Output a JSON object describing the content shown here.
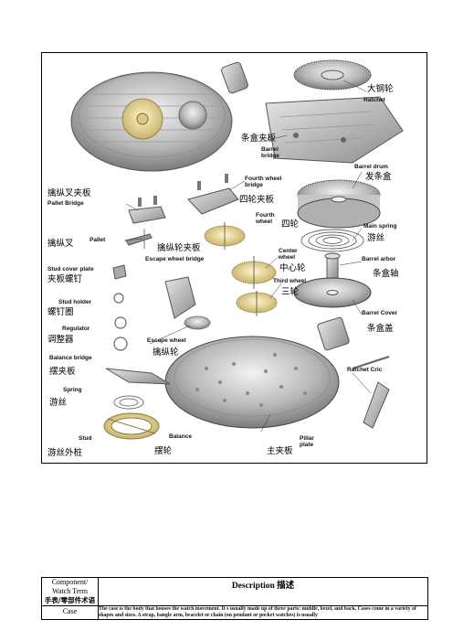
{
  "diagram": {
    "labels": [
      {
        "id": "ratchet-zh",
        "text": "大钢轮",
        "lang": "zh"
      },
      {
        "id": "ratchet-en",
        "text": "Ratchet",
        "lang": "en"
      },
      {
        "id": "barrel-bridge-zh",
        "text": "条盒夹板",
        "lang": "zh"
      },
      {
        "id": "barrel-bridge-en",
        "text": "Barrel\nbridge",
        "lang": "en"
      },
      {
        "id": "barrel-drum-en",
        "text": "Barrel drum",
        "lang": "en"
      },
      {
        "id": "barrel-drum-zh",
        "text": "发条盒",
        "lang": "zh"
      },
      {
        "id": "fourth-wheel-bridge-en",
        "text": "Fourth wheel\nbridge",
        "lang": "en"
      },
      {
        "id": "fourth-wheel-bridge-zh",
        "text": "四轮夹板",
        "lang": "zh"
      },
      {
        "id": "pallet-bridge-zh",
        "text": "擒纵叉夹板",
        "lang": "zh"
      },
      {
        "id": "pallet-bridge-en",
        "text": "Pallet Bridge",
        "lang": "en"
      },
      {
        "id": "fourth-wheel-en",
        "text": "Fourth\nwheel",
        "lang": "en"
      },
      {
        "id": "fourth-wheel-zh",
        "text": "四轮",
        "lang": "zh"
      },
      {
        "id": "main-spring-en",
        "text": "Main spring",
        "lang": "en"
      },
      {
        "id": "main-spring-zh",
        "text": "游丝",
        "lang": "zh"
      },
      {
        "id": "pallet-zh",
        "text": "擒纵叉",
        "lang": "zh"
      },
      {
        "id": "pallet-en",
        "text": "Pallet",
        "lang": "en"
      },
      {
        "id": "escape-wheel-bridge-zh",
        "text": "擒纵轮夹板",
        "lang": "zh"
      },
      {
        "id": "escape-wheel-bridge-en",
        "text": "Escape wheel bridge",
        "lang": "en"
      },
      {
        "id": "center-wheel-en",
        "text": "Center\nwheel",
        "lang": "en"
      },
      {
        "id": "center-wheel-zh",
        "text": "中心轮",
        "lang": "zh"
      },
      {
        "id": "barrel-arbor-en",
        "text": "Barrel arbor",
        "lang": "en"
      },
      {
        "id": "barrel-arbor-zh",
        "text": "条盒轴",
        "lang": "zh"
      },
      {
        "id": "stud-cover-plate-en",
        "text": "Stud cover plate",
        "lang": "en"
      },
      {
        "id": "stud-cover-plate-zh",
        "text": "夹板螺钉",
        "lang": "zh"
      },
      {
        "id": "third-wheel-en",
        "text": "Third wheel",
        "lang": "en"
      },
      {
        "id": "third-wheel-zh",
        "text": "三轮",
        "lang": "zh"
      },
      {
        "id": "stud-holder-en",
        "text": "Stud holder",
        "lang": "en"
      },
      {
        "id": "stud-holder-zh",
        "text": "螺钉圈",
        "lang": "zh"
      },
      {
        "id": "barrel-cover-en",
        "text": "Barrel Cover",
        "lang": "en"
      },
      {
        "id": "barrel-cover-zh",
        "text": "条盒盖",
        "lang": "zh"
      },
      {
        "id": "regulator-en",
        "text": "Regulator",
        "lang": "en"
      },
      {
        "id": "regulator-zh",
        "text": "调整器",
        "lang": "zh"
      },
      {
        "id": "escape-wheel-en",
        "text": "Escape wheel",
        "lang": "en"
      },
      {
        "id": "escape-wheel-zh",
        "text": "擒纵轮",
        "lang": "zh"
      },
      {
        "id": "balance-bridge-en",
        "text": "Balance bridge",
        "lang": "en"
      },
      {
        "id": "balance-bridge-zh",
        "text": "摆夹板",
        "lang": "zh"
      },
      {
        "id": "ratchet-click-en",
        "text": "Ratchet Cric",
        "lang": "en"
      },
      {
        "id": "spring-en",
        "text": "Spring",
        "lang": "en"
      },
      {
        "id": "spring-zh",
        "text": "游丝",
        "lang": "zh"
      },
      {
        "id": "balance-en",
        "text": "Balance",
        "lang": "en"
      },
      {
        "id": "balance-zh",
        "text": "摆轮",
        "lang": "zh"
      },
      {
        "id": "stud-en",
        "text": "Stud",
        "lang": "en"
      },
      {
        "id": "stud-zh",
        "text": "游丝外桩",
        "lang": "zh"
      },
      {
        "id": "pillar-plate-en",
        "text": "Pillar\nplate",
        "lang": "en"
      },
      {
        "id": "pillar-plate-zh",
        "text": "主夹板",
        "lang": "zh"
      }
    ]
  },
  "table": {
    "header_col1": "Component/\nWatch Term",
    "header_col1_zh": "手表/零部件术语",
    "header_col2": "Description",
    "header_col2_zh": "描述",
    "rows": [
      {
        "term": "Case",
        "description": "The case is the body that houses the watch movement. It s usually made up of three parts: middle, bezel, and back. Cases come in a variety of shapes and sizes.  A strap, bangle arm, bracelet or chain (on pendant or pocket watches) is usually"
      }
    ]
  }
}
